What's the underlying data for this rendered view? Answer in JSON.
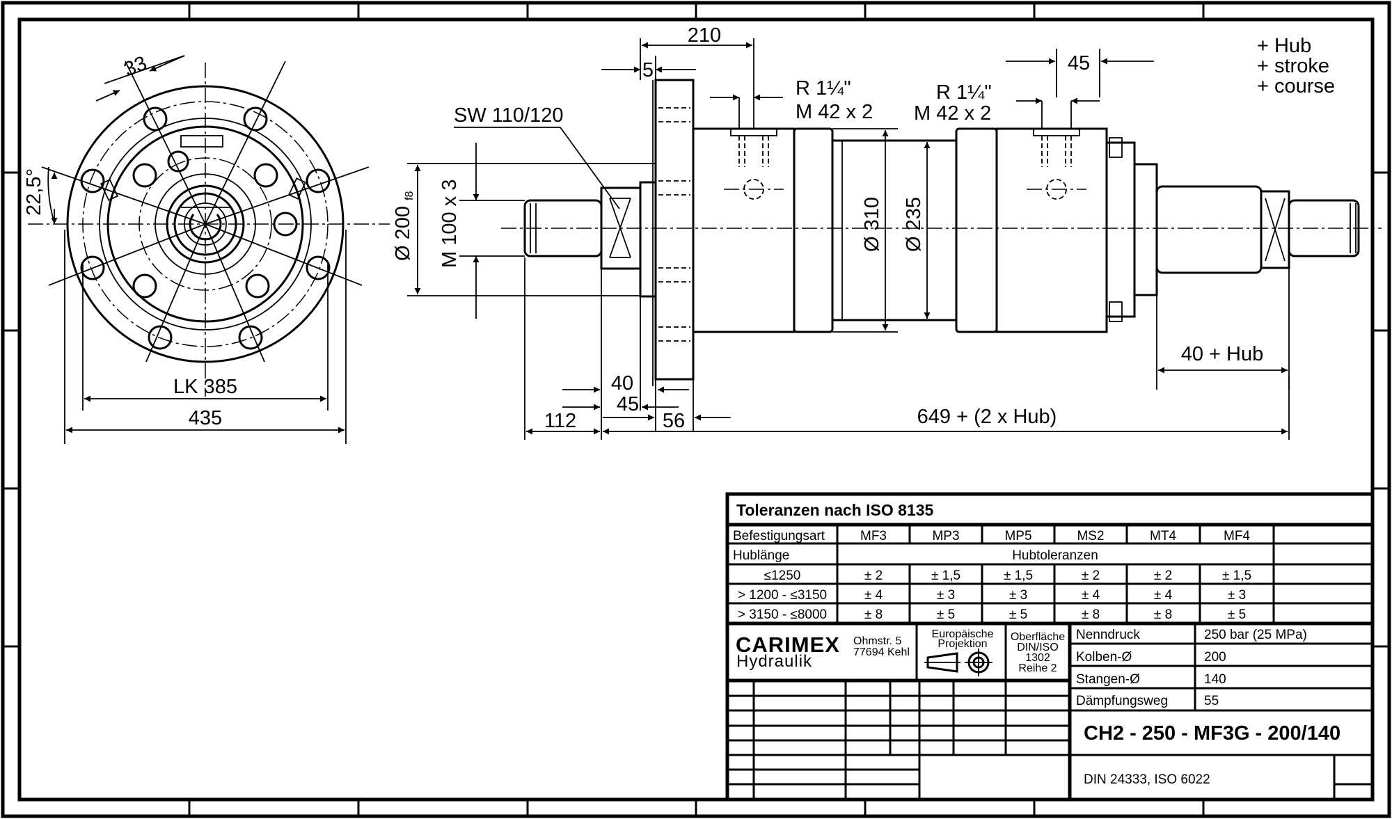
{
  "front_view": {
    "angle_label": "22,5°",
    "hole_label": "33",
    "pcd_label": "LK 385",
    "flange_label": "435"
  },
  "side_view": {
    "dim_210": "210",
    "dim_5": "5",
    "sw_label": "SW 110/120",
    "port1_r": "R 1¼\"",
    "port1_m": "M 42 x 2",
    "port2_r": "R 1¼\"",
    "port2_m": "M 42 x 2",
    "dim_45_top": "45",
    "stroke_notes": [
      "+ Hub",
      "+ stroke",
      "+ course"
    ],
    "dia_200": "Ø 200",
    "dia_200_tol": "f8",
    "thread_m100": "M 100 x 3",
    "dia_310": "Ø 310",
    "dia_235": "Ø 235",
    "dim_40_hub": "40 + Hub",
    "dim_40": "40",
    "dim_45": "45",
    "dim_112": "112",
    "dim_56": "56",
    "dim_overall": "649 + (2 x Hub)"
  },
  "tolerance_table": {
    "title": "Toleranzen nach ISO 8135",
    "header_label": "Befestigungsart",
    "mount_types": [
      "MF3",
      "MP3",
      "MP5",
      "MS2",
      "MT4",
      "MF4"
    ],
    "stroke_label": "Hublänge",
    "tolerance_label": "Hubtoleranzen",
    "rows": [
      {
        "range": "≤1250",
        "values": [
          "± 2",
          "± 1,5",
          "± 1,5",
          "± 2",
          "± 2",
          "± 1,5"
        ]
      },
      {
        "range": "> 1200 - ≤3150",
        "values": [
          "± 4",
          "± 3",
          "± 3",
          "± 4",
          "± 4",
          "± 3"
        ]
      },
      {
        "range": "> 3150 - ≤8000",
        "values": [
          "± 8",
          "± 5",
          "± 5",
          "± 8",
          "± 8",
          "± 5"
        ]
      }
    ]
  },
  "title_block": {
    "company": "CARIMEX",
    "division": "Hydraulik",
    "street": "Ohmstr. 5",
    "city": "77694 Kehl",
    "projection_line1": "Europäische",
    "projection_line2": "Projektion",
    "surface_lines": [
      "Oberfläche",
      "DIN/ISO",
      "1302",
      "Reihe 2"
    ],
    "specs": [
      {
        "label": "Nenndruck",
        "value": "250 bar (25 MPa)"
      },
      {
        "label": "Kolben-Ø",
        "value": "200"
      },
      {
        "label": "Stangen-Ø",
        "value": "140"
      },
      {
        "label": "Dämpfungsweg",
        "value": "55"
      }
    ],
    "model": "CH2 - 250 - MF3G - 200/140",
    "standards": "DIN 24333, ISO 6022"
  }
}
